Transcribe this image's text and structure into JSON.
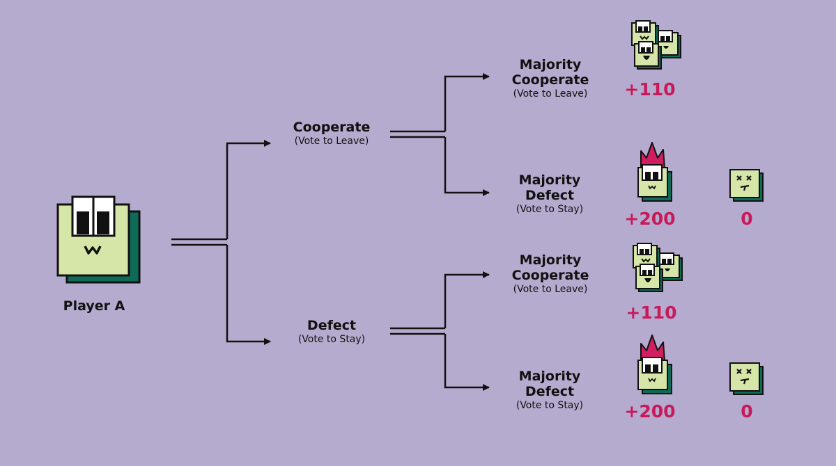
{
  "player": {
    "label": "Player A",
    "icon": "player-block-icon"
  },
  "choices": [
    {
      "title": "Cooperate",
      "subtitle": "(Vote to Leave)"
    },
    {
      "title": "Defect",
      "subtitle": "(Vote to Stay)"
    }
  ],
  "outcomes": [
    {
      "title_line1": "Majority",
      "title_line2": "Cooperate",
      "subtitle": "(Vote to Leave)",
      "payoff_a": "+110",
      "payoff_b": ""
    },
    {
      "title_line1": "Majority",
      "title_line2": "Defect",
      "subtitle": "(Vote to Stay)",
      "payoff_a": "+200",
      "payoff_b": "0"
    },
    {
      "title_line1": "Majority",
      "title_line2": "Cooperate",
      "subtitle": "(Vote to Leave)",
      "payoff_a": "+110",
      "payoff_b": ""
    },
    {
      "title_line1": "Majority",
      "title_line2": "Defect",
      "subtitle": "(Vote to Stay)",
      "payoff_a": "+200",
      "payoff_b": "0"
    }
  ],
  "colors": {
    "background": "#b5abce",
    "payoff": "#c8195a",
    "block_face": "#d6e6a8",
    "block_shadow": "#0f6a58",
    "crown": "#d01e60",
    "line": "#111111"
  }
}
